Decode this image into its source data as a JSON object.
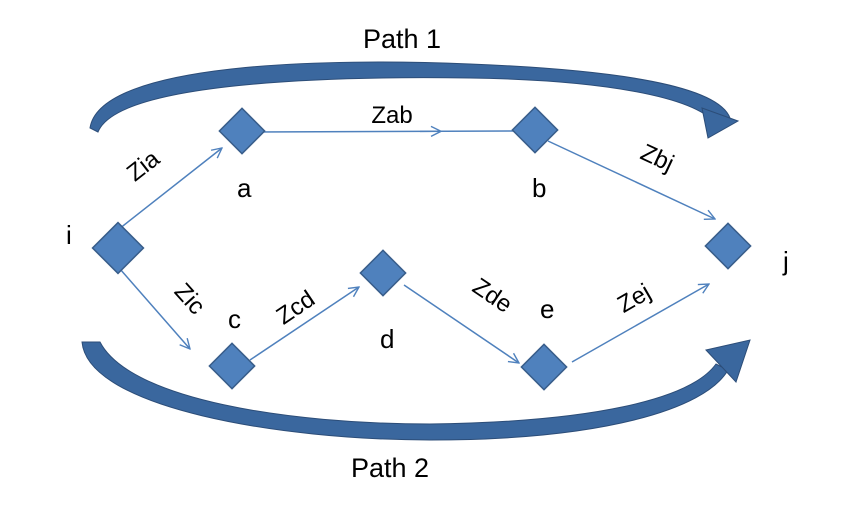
{
  "diagram": {
    "paths": [
      {
        "id": "path1",
        "label": "Path 1"
      },
      {
        "id": "path2",
        "label": "Path 2"
      }
    ],
    "nodes": [
      {
        "id": "i",
        "label": "i"
      },
      {
        "id": "a",
        "label": "a"
      },
      {
        "id": "b",
        "label": "b"
      },
      {
        "id": "j",
        "label": "j"
      },
      {
        "id": "c",
        "label": "c"
      },
      {
        "id": "d",
        "label": "d"
      },
      {
        "id": "e",
        "label": "e"
      }
    ],
    "edges": [
      {
        "id": "ia",
        "from": "i",
        "to": "a",
        "label": "Zia"
      },
      {
        "id": "ab",
        "from": "a",
        "to": "b",
        "label": "Zab"
      },
      {
        "id": "bj",
        "from": "b",
        "to": "j",
        "label": "Zbj"
      },
      {
        "id": "ic",
        "from": "i",
        "to": "c",
        "label": "Zic"
      },
      {
        "id": "cd",
        "from": "c",
        "to": "d",
        "label": "Zcd"
      },
      {
        "id": "de",
        "from": "d",
        "to": "e",
        "label": "Zde"
      },
      {
        "id": "ej",
        "from": "e",
        "to": "j",
        "label": "Zej"
      }
    ],
    "colors": {
      "node_fill": "#4f81bd",
      "node_stroke": "#385d8a",
      "edge": "#4f81bd",
      "curve_fill": "#3a679e",
      "curve_stroke": "#2c4d78"
    }
  }
}
